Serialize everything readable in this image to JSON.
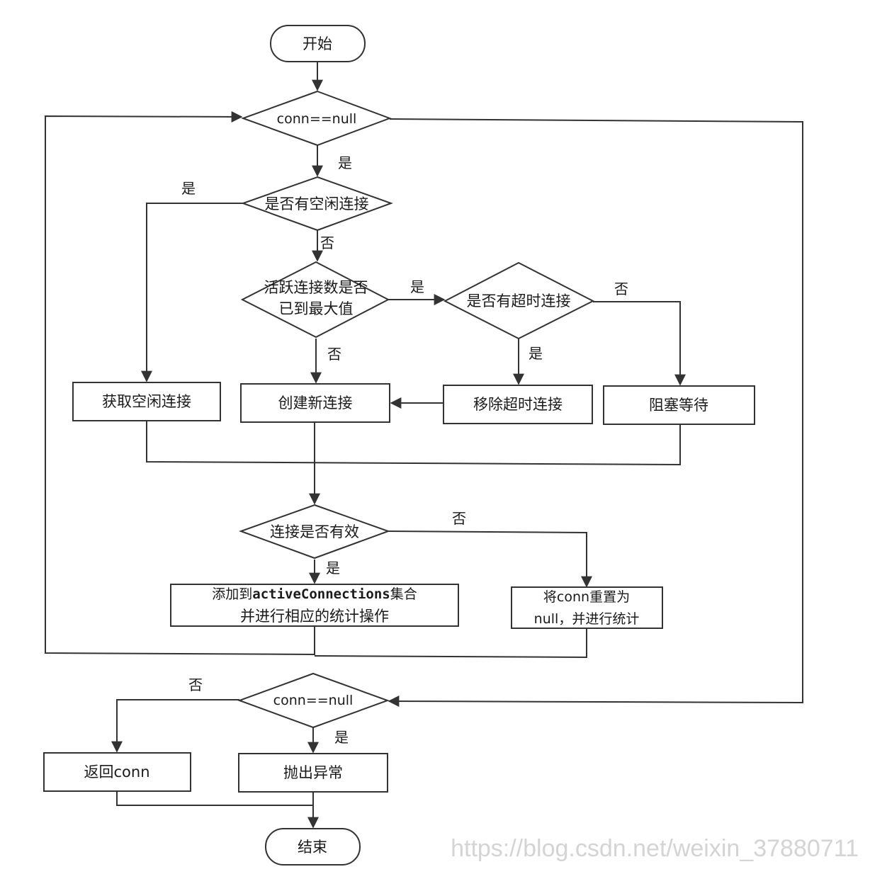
{
  "nodes": {
    "start": "开始",
    "check_null_1": "conn==null",
    "has_idle": "是否有空闲连接",
    "active_max_line1": "活跃连接数是否",
    "active_max_line2": "已到最大值",
    "has_timeout": "是否有超时连接",
    "get_idle": "获取空闲连接",
    "create_new": "创建新连接",
    "remove_timeout": "移除超时连接",
    "block_wait": "阻塞等待",
    "conn_valid": "连接是否有效",
    "add_active_line1_prefix": "添加到",
    "add_active_line1_code": "activeConnections",
    "add_active_line1_suffix": "集合",
    "add_active_line2": "并进行相应的统计操作",
    "reset_null_line1": "将conn重置为",
    "reset_null_line2": "null，并进行统计",
    "check_null_2": "conn==null",
    "return_conn": "返回conn",
    "throw_error": "抛出异常",
    "end": "结束"
  },
  "edge_labels": {
    "null1_yes": "是",
    "idle_yes": "是",
    "idle_no": "否",
    "max_yes": "是",
    "max_no": "否",
    "timeout_yes": "是",
    "timeout_no": "否",
    "valid_no": "否",
    "valid_yes": "是",
    "null2_no": "否",
    "null2_yes": "是"
  },
  "watermark": "https://blog.csdn.net/weixin_37880711",
  "colors": {
    "stroke": "#333333",
    "text": "#1a1a1a",
    "watermark": "#d4d4d4"
  }
}
